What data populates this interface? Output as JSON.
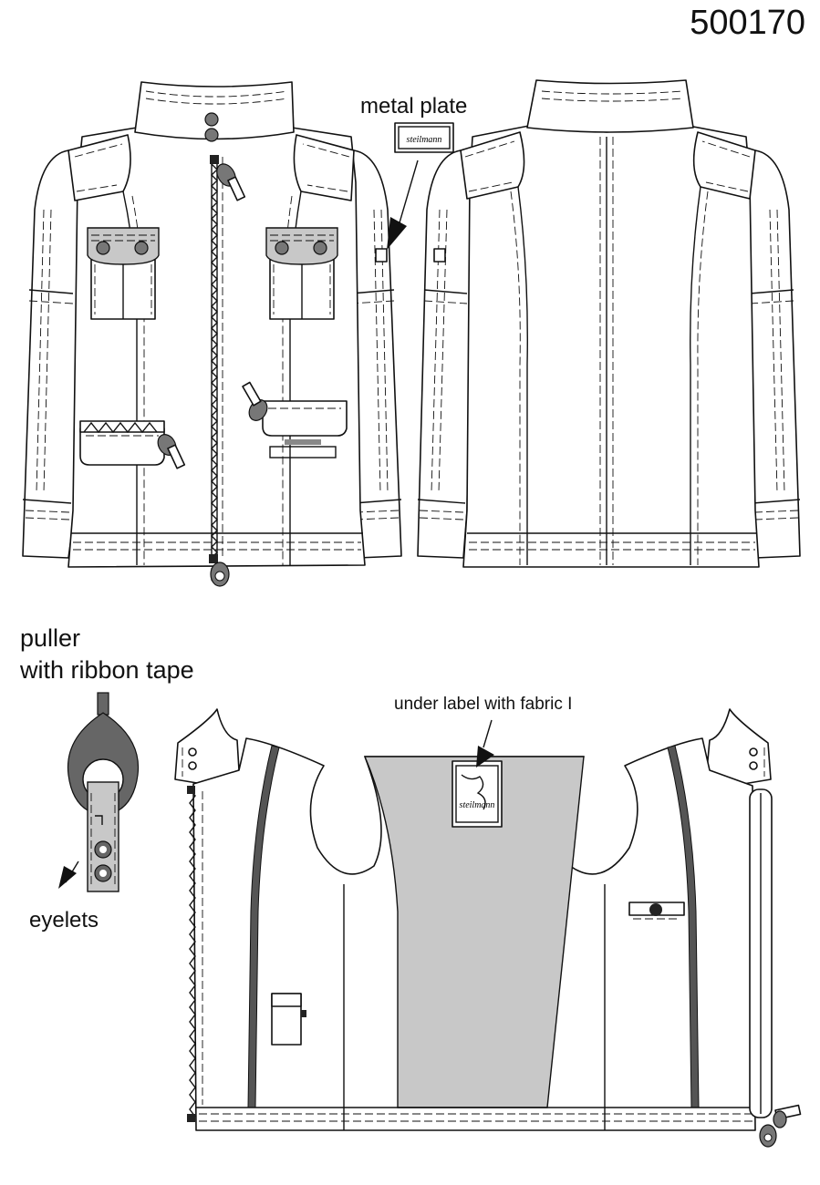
{
  "style_number": "500170",
  "labels": {
    "metal_plate": "metal plate",
    "plate_brand": "steilmann",
    "puller_line1": "puller",
    "puller_line2": "with ribbon tape",
    "eyelets": "eyelets",
    "under_label": "under label with fabric I",
    "label_brand": "steilmann"
  },
  "colors": {
    "outline": "#111111",
    "background": "#ffffff",
    "lining_panel": "#c8c8c8",
    "hardware": "#777777"
  }
}
